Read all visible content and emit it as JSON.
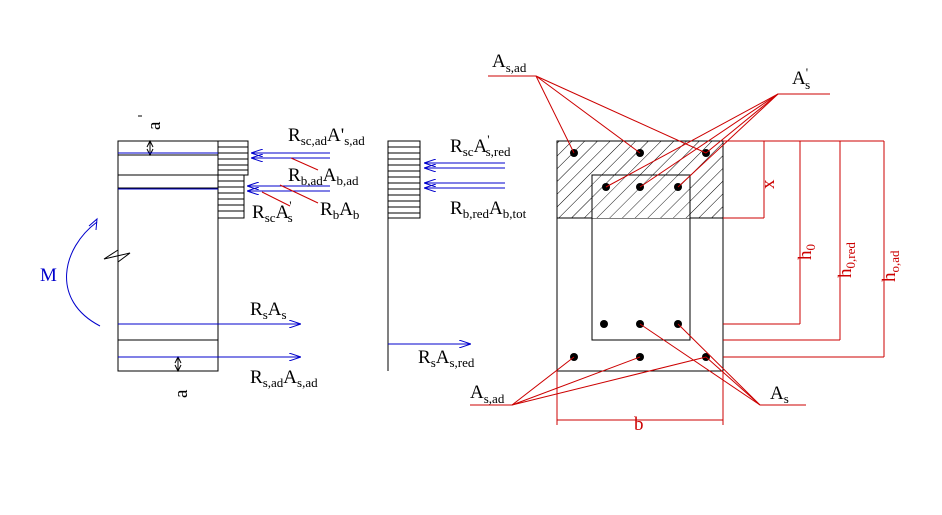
{
  "colors": {
    "outline": "#000000",
    "force_arrow": "#0000cc",
    "dimension": "#cc0000",
    "leader": "#cc0000",
    "hatch": "#000000",
    "rebar": "#000000",
    "background": "#ffffff"
  },
  "left_section": {
    "moment_label": "M",
    "top_cover_label": "a",
    "bottom_cover_label": "a",
    "forces": {
      "rsc_ad": {
        "base": "R",
        "sub1": "sc,ad",
        "mid": "A'",
        "sub2": "s,ad"
      },
      "rb_ad": {
        "base": "R",
        "sub1": "b,ad",
        "mid": "A",
        "sub2": "b,ad"
      },
      "rsc": {
        "base": "R",
        "sub1": "sc",
        "mid": "A",
        "sup": "'",
        "sub2": "s"
      },
      "rb": {
        "base": "R",
        "sub1": "b",
        "mid": "A",
        "sub2": "b"
      },
      "rs": {
        "base": "R",
        "sub1": "s",
        "mid": "A",
        "sub2": "s"
      },
      "rs_ad": {
        "base": "R",
        "sub1": "s,ad",
        "mid": "A",
        "sub2": "s,ad"
      }
    }
  },
  "middle_section": {
    "forces": {
      "rsc_red": {
        "base": "R",
        "sub1": "sc",
        "mid": "A",
        "sup": "'",
        "sub2": "s,red"
      },
      "rb_red": {
        "base": "R",
        "sub1": "b,red",
        "mid": "A",
        "sub2": "b,tot"
      },
      "rs_red": {
        "base": "R",
        "sub1": "s",
        "mid": "A",
        "sub2": "s,red"
      }
    }
  },
  "cross_section": {
    "as_ad_top": {
      "base": "A",
      "sub": "s,ad"
    },
    "as_prime": {
      "base": "A",
      "sup": "'",
      "sub": "s"
    },
    "as_ad_bottom": {
      "base": "A",
      "sub": "s,ad"
    },
    "as": {
      "base": "A",
      "sub": "s"
    },
    "width_label": "b",
    "dimensions": {
      "x": "x",
      "h0": {
        "base": "h",
        "sub": "0"
      },
      "h0_red": {
        "base": "h",
        "sub": "0,red"
      },
      "ho_ad": {
        "base": "h",
        "sub": "o,ad"
      }
    }
  }
}
